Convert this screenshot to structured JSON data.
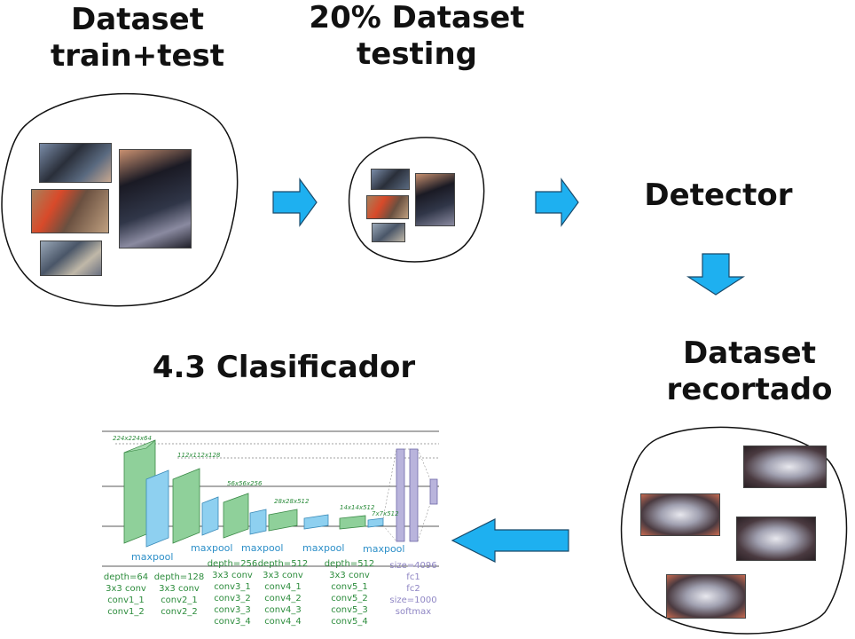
{
  "titles": {
    "dataset_train_test_line1": "Dataset",
    "dataset_train_test_line2": "train+test",
    "dataset_testing_line1": "20% Dataset",
    "dataset_testing_line2": "testing",
    "detector": "Detector",
    "dataset_recortado_line1": "Dataset",
    "dataset_recortado_line2": "recortado",
    "clasificador": "4.3 Clasificador"
  },
  "colors": {
    "arrow_fill": "#1eb0f0",
    "arrow_stroke": "#1a4a6a",
    "conv_green": "#8fd09a",
    "pool_blue": "#8ed0f0",
    "fc_purple": "#b9b4dc",
    "text_green": "#2c8c3c",
    "text_blue": "#2d8fc8",
    "text_purple": "#8f86c4"
  },
  "vgg": {
    "dims": [
      "224x224x64",
      "112x112x128",
      "56x56x256",
      "28x28x512",
      "14x14x512",
      "7x7x512"
    ],
    "maxpool_labels": [
      "maxpool",
      "maxpool",
      "maxpool",
      "maxpool",
      "maxpool"
    ],
    "blocks": [
      {
        "depth": "depth=64",
        "conv": "3x3 conv",
        "layers": [
          "conv1_1",
          "conv1_2"
        ]
      },
      {
        "depth": "depth=128",
        "conv": "3x3 conv",
        "layers": [
          "conv2_1",
          "conv2_2"
        ]
      },
      {
        "depth": "depth=256",
        "conv": "3x3 conv",
        "layers": [
          "conv3_1",
          "conv3_2",
          "conv3_3",
          "conv3_4"
        ]
      },
      {
        "depth": "depth=512",
        "conv": "3x3 conv",
        "layers": [
          "conv4_1",
          "conv4_2",
          "conv4_3",
          "conv4_4"
        ]
      },
      {
        "depth": "depth=512",
        "conv": "3x3 conv",
        "layers": [
          "conv5_1",
          "conv5_2",
          "conv5_3",
          "conv5_4"
        ]
      }
    ],
    "fc": [
      "size=4096",
      "fc1",
      "fc2",
      "size=1000",
      "softmax"
    ]
  }
}
